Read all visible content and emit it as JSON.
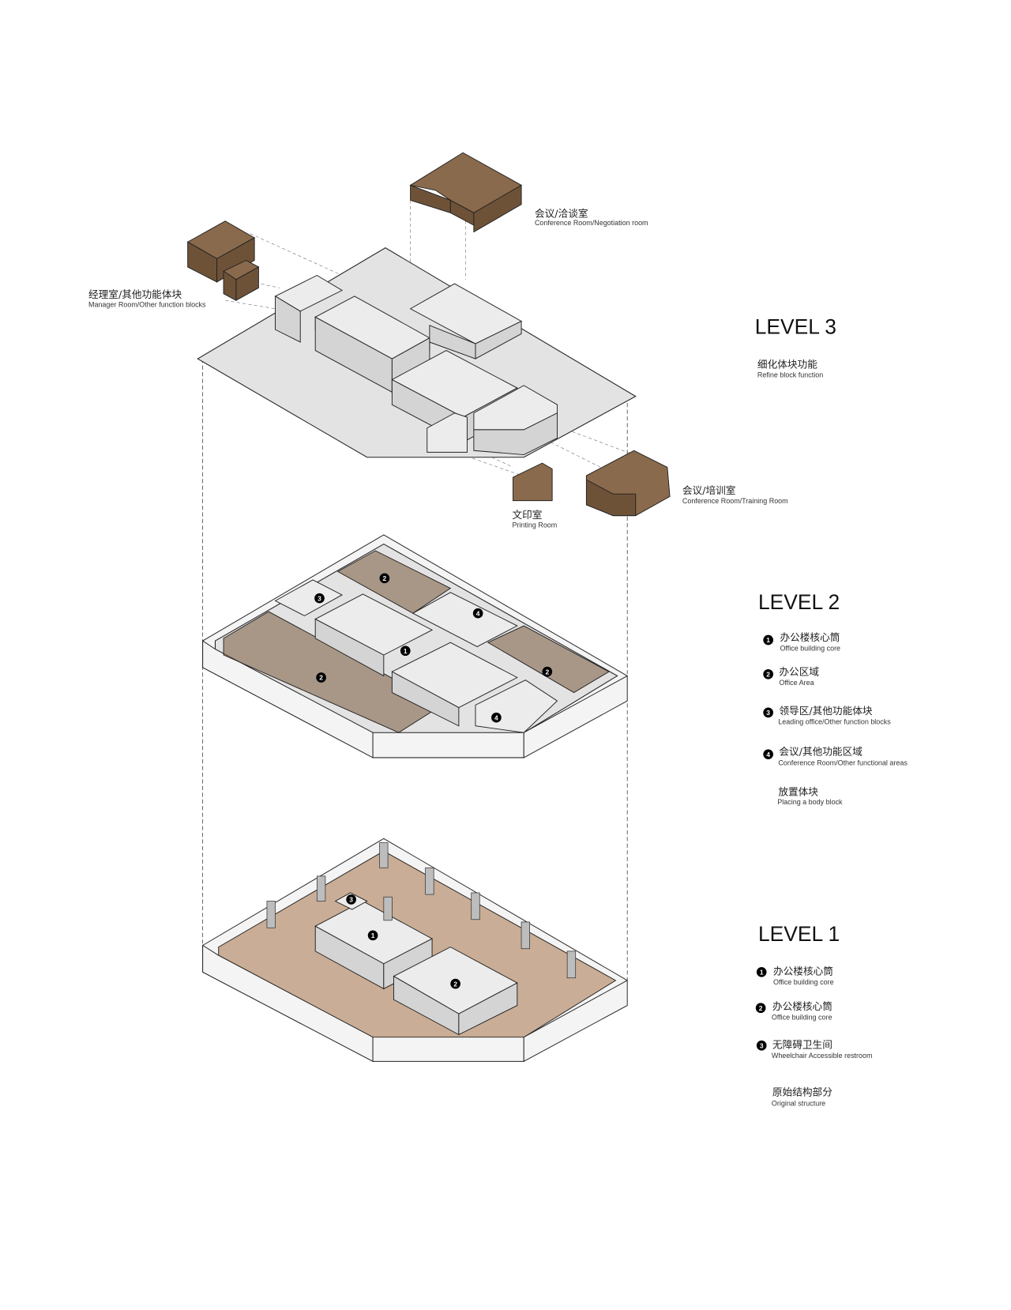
{
  "level3": {
    "title": "LEVEL 3",
    "subtitle_cn": "细化体块功能",
    "subtitle_en": "Refine block function",
    "callouts": [
      {
        "cn": "会议/洽谈室",
        "en": "Conference Room/Negotiation room"
      },
      {
        "cn": "经理室/其他功能体块",
        "en": "Manager Room/Other function blocks"
      },
      {
        "cn": "会议/培训室",
        "en": "Conference Room/Training Room"
      },
      {
        "cn": "文印室",
        "en": "Printing Room"
      }
    ]
  },
  "level2": {
    "title": "LEVEL 2",
    "legend": [
      {
        "num": "1",
        "cn": "办公楼核心筒",
        "en": "Office building core"
      },
      {
        "num": "2",
        "cn": "办公区域",
        "en": "Office Area"
      },
      {
        "num": "3",
        "cn": "领导区/其他功能体块",
        "en": "Leading office/Other function blocks"
      },
      {
        "num": "4",
        "cn": "会议/其他功能区域",
        "en": "Conference Room/Other functional areas"
      }
    ],
    "note_cn": "放置体块",
    "note_en": "Placing a body block",
    "markers": [
      "1",
      "2",
      "2",
      "2",
      "3",
      "4",
      "4"
    ]
  },
  "level1": {
    "title": "LEVEL 1",
    "legend": [
      {
        "num": "1",
        "cn": "办公楼核心筒",
        "en": "Office building core"
      },
      {
        "num": "2",
        "cn": "办公楼核心筒",
        "en": "Office building core"
      },
      {
        "num": "3",
        "cn": "无障碍卫生间",
        "en": "Wheelchair Accessible restroom"
      }
    ],
    "note_cn": "原始结构部分",
    "note_en": "Original structure",
    "markers": [
      "1",
      "2",
      "3"
    ]
  },
  "colors": {
    "brown": "#8a6a4c",
    "floor": "#c9ad96",
    "block": "#ececec"
  }
}
